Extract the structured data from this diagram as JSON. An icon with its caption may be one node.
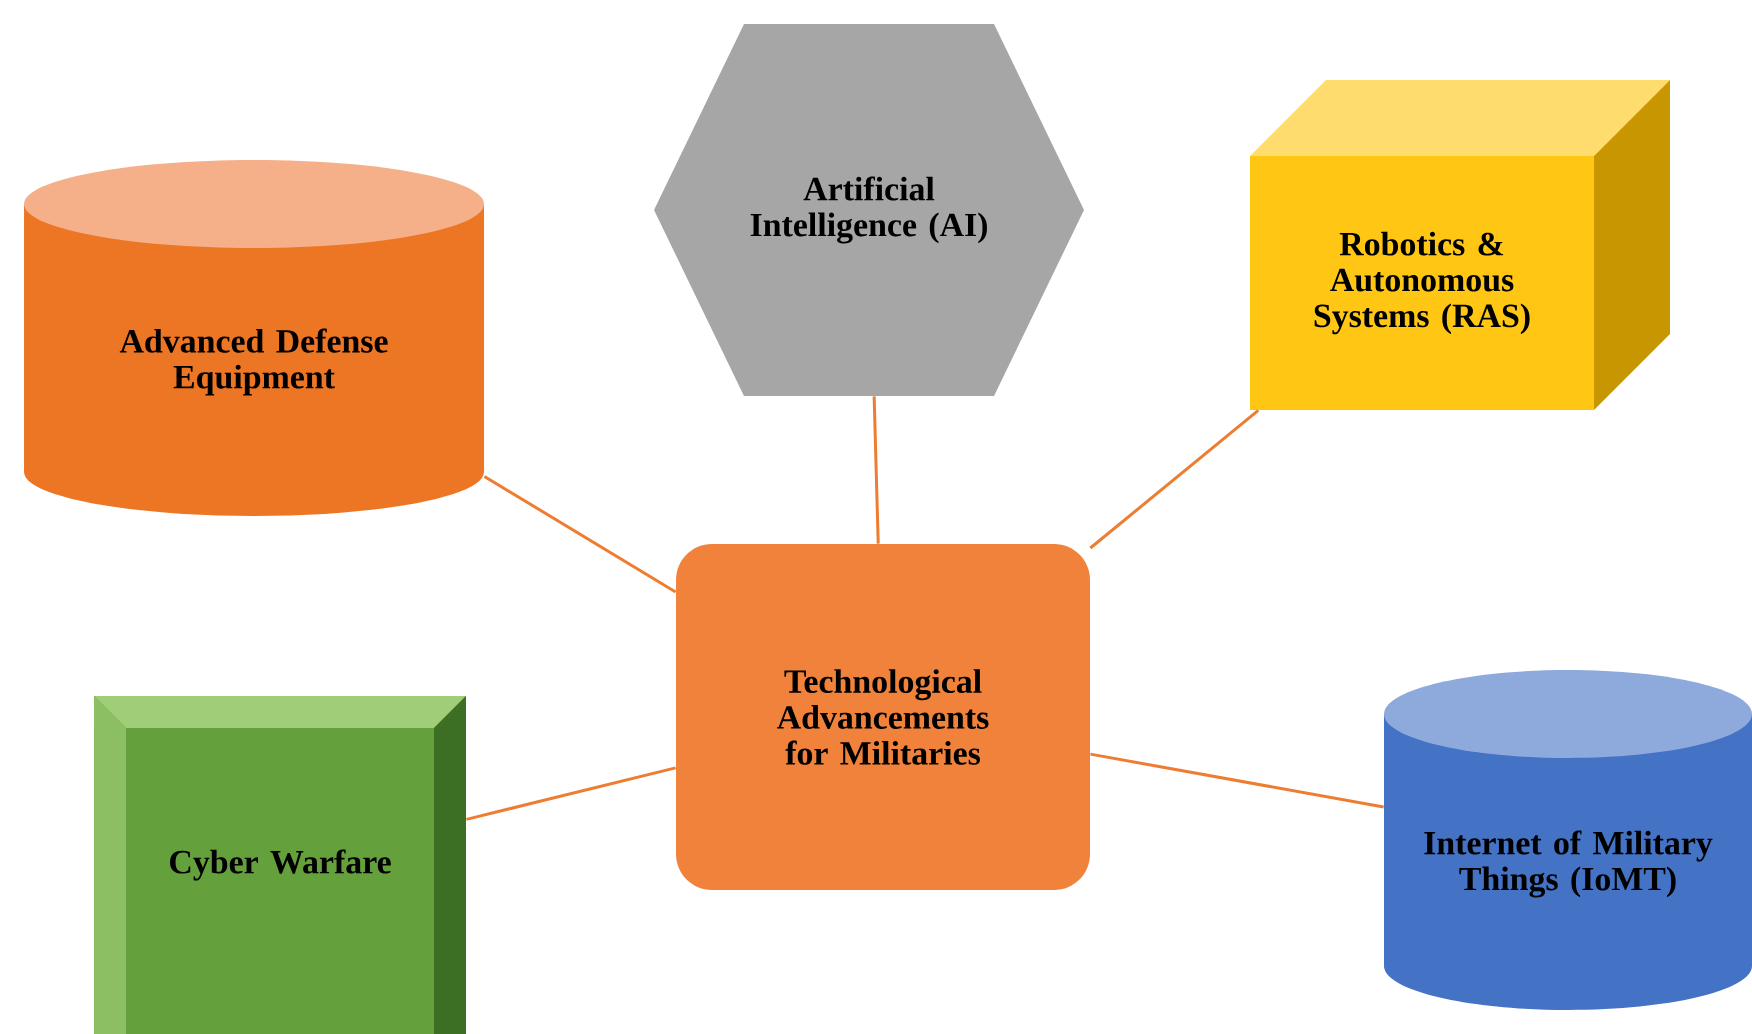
{
  "diagram": {
    "nodes": [
      {
        "text": [
          "Artificial Intelligence (AI)"
        ]
      },
      {
        "text": [
          "Advanced Defense Equipment"
        ]
      },
      {
        "text": [
          "Robotics & Autonomous Systems (RAS)"
        ]
      },
      {
        "text": [
          "Technological Advancements for Militaries"
        ]
      },
      {
        "text": [
          "Cyber Warfare"
        ]
      },
      {
        "text": [
          "Internet of Military Things (IoMT)"
        ]
      }
    ],
    "edges": [
      {
        "from": 3,
        "to": 0,
        "arrow": "none"
      },
      {
        "from": 3,
        "to": 1,
        "arrow": "none"
      },
      {
        "from": 3,
        "to": 2,
        "arrow": "none"
      },
      {
        "from": 3,
        "to": 4,
        "arrow": "none"
      },
      {
        "from": 3,
        "to": 5,
        "arrow": "none"
      }
    ]
  }
}
